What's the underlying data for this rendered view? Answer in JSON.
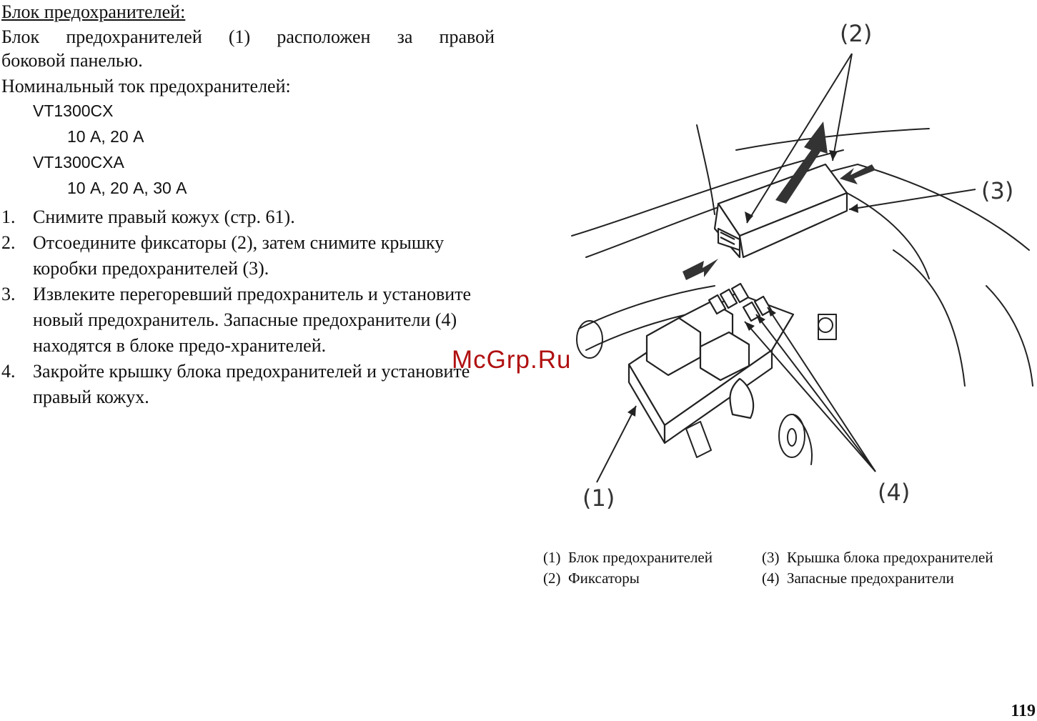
{
  "section_title": "Блок предохранителей:",
  "intro": {
    "line1": "Блок предохранителей (1) расположен за правой",
    "line2": "боковой панелью."
  },
  "rating_label": "Номинальный ток предохранителей:",
  "models": [
    {
      "name": "VT1300CX",
      "ratings": "10 А, 20 А"
    },
    {
      "name": "VT1300CXA",
      "ratings": "10 А, 20 А, 30 А"
    }
  ],
  "steps": [
    {
      "num": "1.",
      "text": "Снимите правый кожух (стр. 61)."
    },
    {
      "num": "2.",
      "text": "Отсоедините фиксаторы (2), затем снимите крышку коробки предохранителей (3)."
    },
    {
      "num": "3.",
      "text": "Извлеките перегоревший предохранитель и установите новый предохранитель. Запасные предохранители (4) находятся в блоке предо-хранителей."
    },
    {
      "num": "4.",
      "text": "Закройте крышку блока предохранителей и установите правый кожух."
    }
  ],
  "watermark": "McGrp.Ru",
  "figure": {
    "callouts": {
      "c1": "(1)",
      "c2": "(2)",
      "c3": "(3)",
      "c4": "(4)"
    }
  },
  "legend": [
    {
      "num": "(1)",
      "label": "Блок предохранителей"
    },
    {
      "num": "(2)",
      "label": "Фиксаторы"
    },
    {
      "num": "(3)",
      "label": "Крышка блока предохранителей"
    },
    {
      "num": "(4)",
      "label": "Запасные предохранители"
    }
  ],
  "page_number": "119"
}
